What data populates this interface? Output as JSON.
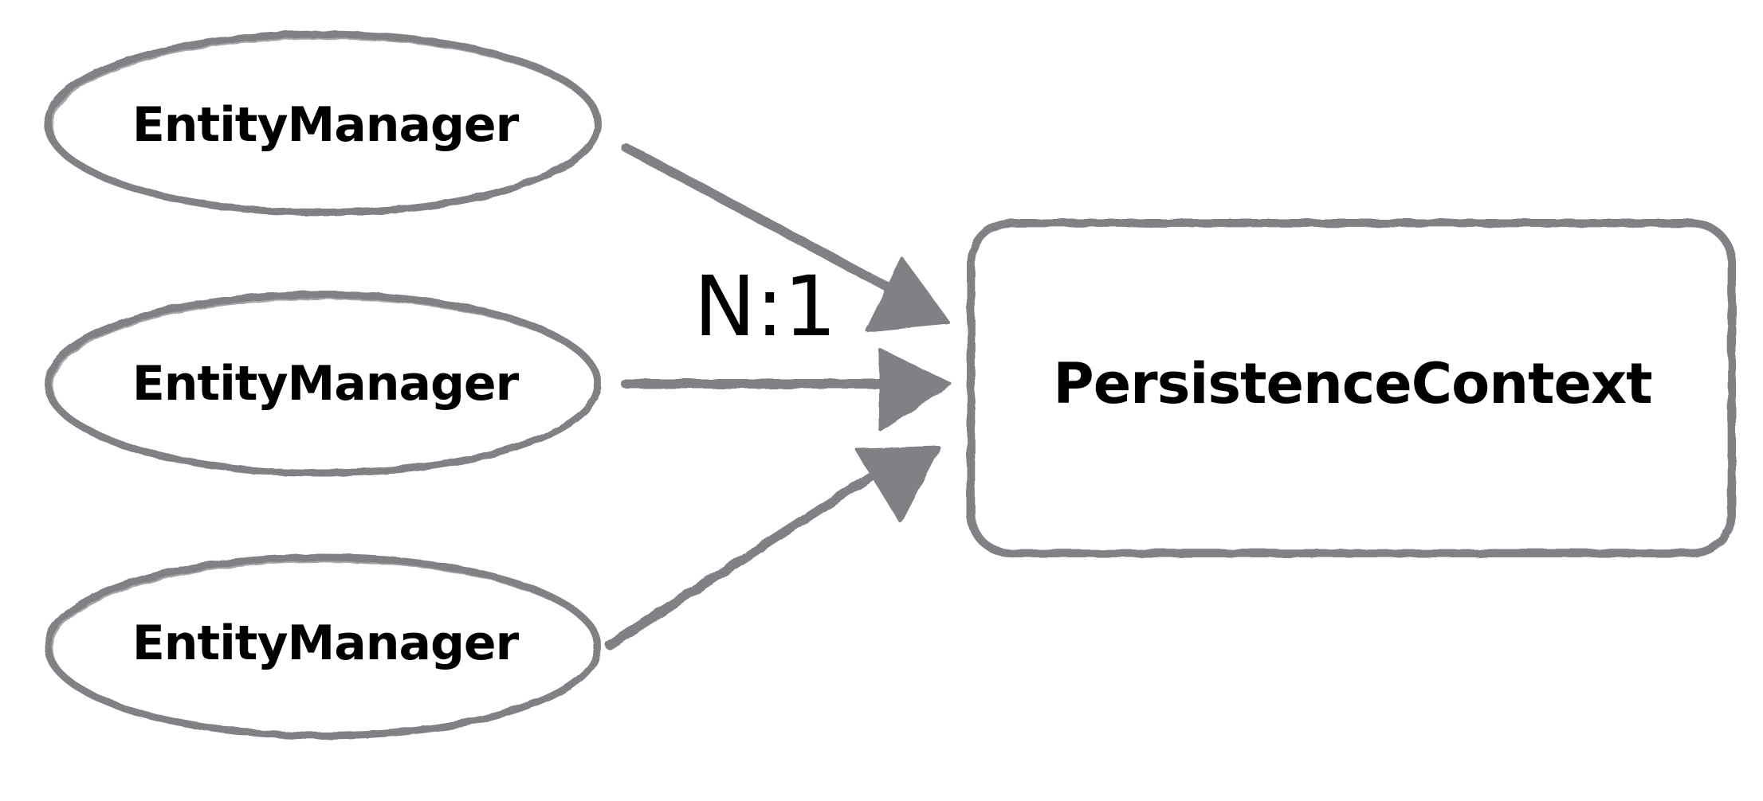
{
  "colors": {
    "stroke": "#808184",
    "text": "#000000",
    "background": "#ffffff"
  },
  "nodes": {
    "managers": [
      {
        "label": "EntityManager"
      },
      {
        "label": "EntityManager"
      },
      {
        "label": "EntityManager"
      }
    ],
    "context": {
      "label": "PersistenceContext"
    }
  },
  "relation": {
    "ratio_label": "N:1"
  }
}
